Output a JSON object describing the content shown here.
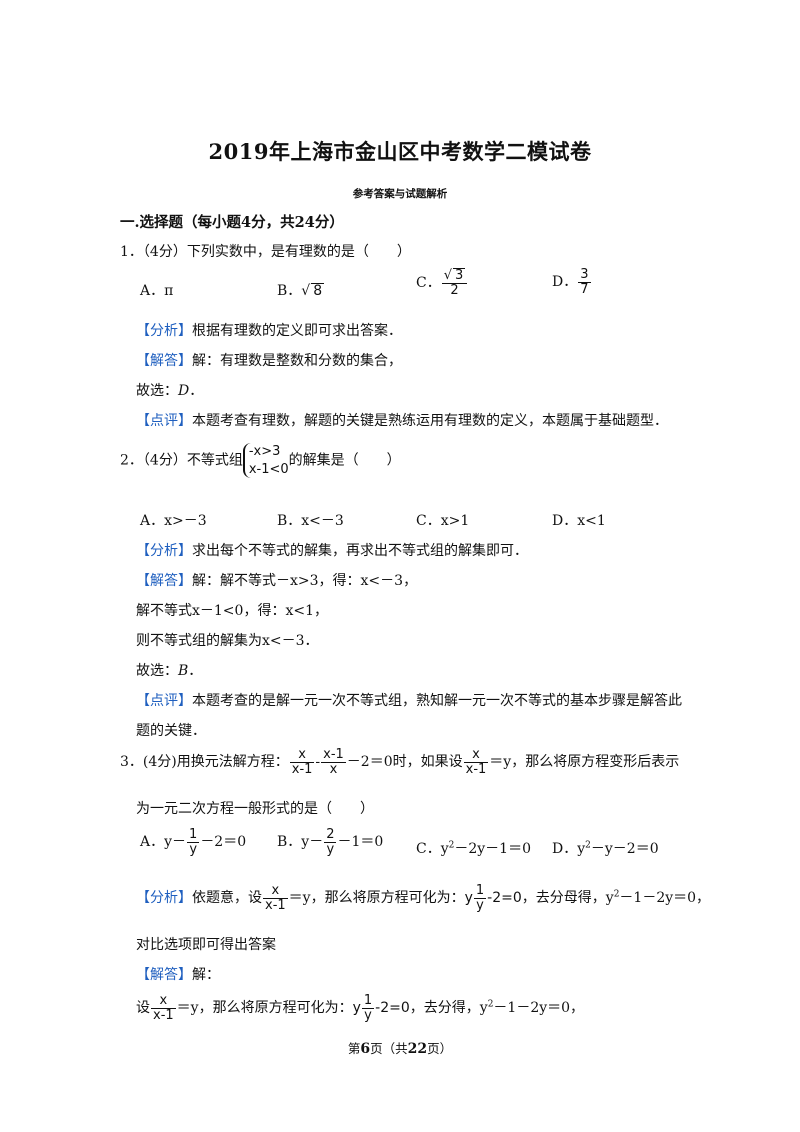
{
  "title": "2019年上海市金山区中考数学二模试卷",
  "subtitle": "参考答案与试题解析",
  "section": "一.选择题（每小题4分，共24分）",
  "tags": {
    "analysis": "【分析】",
    "answer": "【解答】",
    "comment": "【点评】"
  },
  "q1": {
    "stem": "1．（4分）下列实数中，是有理数的是（　　）",
    "opt_a_label": "A．",
    "opt_a_val": "π",
    "opt_b_label": "B．",
    "opt_b_rad": "8",
    "opt_c_label": "C．",
    "opt_c_num": "3",
    "opt_c_den": "2",
    "opt_d_label": "D．",
    "opt_d_num": "3",
    "opt_d_den": "7",
    "analysis": "根据有理数的定义即可求出答案．",
    "answer": "解：有理数是整数和分数的集合，",
    "choose_prefix": "故选：",
    "choose": "D",
    "choose_suffix": "．",
    "comment": "本题考查有理数，解题的关键是熟练运用有理数的定义，本题属于基础题型．"
  },
  "q2": {
    "stem_pre": "2．（4分）不等式组",
    "sys_1": "-x>3",
    "sys_2": "x-1<0",
    "stem_post": "的解集是（　　）",
    "opt_a": "A．x>－3",
    "opt_b": "B．x<－3",
    "opt_c": "C．x>1",
    "opt_d": "D．x<1",
    "analysis": "求出每个不等式的解集，再求出不等式组的解集即可．",
    "answer": "解：解不等式－x>3，得：x<－3，",
    "line2": "解不等式x－1<0，得：x<1，",
    "line3": "则不等式组的解集为x<－3．",
    "choose_prefix": "故选：",
    "choose": "B",
    "choose_suffix": "．",
    "comment_1": "本题考查的是解一元一次不等式组，熟知解一元一次不等式的基本步骤是解答此",
    "comment_2": "题的关键．"
  },
  "q3": {
    "stem_pre": "3．(4分)用换元法解方程：",
    "f1_num": "x",
    "f1_den": "x-1",
    "minus": "-",
    "f2_num": "x-1",
    "f2_den": "x",
    "stem_mid": "－2＝0时，如果设",
    "f3_num": "x",
    "f3_den": "x-1",
    "stem_post": "＝y，那么将原方程变形后表示",
    "stem_line2": "为一元二次方程一般形式的是（　　）",
    "opt_a_pre": "A．y－",
    "opt_a_num": "1",
    "opt_a_den": "y",
    "opt_a_post": "－2＝0",
    "opt_b_pre": "B．y－",
    "opt_b_num": "2",
    "opt_b_den": "y",
    "opt_b_post": "－1＝0",
    "opt_c_pre": "C．y",
    "opt_c_post": "－2y－1＝0",
    "opt_d_pre": "D．y",
    "opt_d_post": "－y－2＝0",
    "sup2": "2",
    "analysis_pre": "依题意，设",
    "analysis_mid": "＝y，那么将原方程可化为：",
    "eq_y": "y",
    "eq_post": "-2=0",
    "analysis_post": "，去分母得，y",
    "analysis_tail": "－1－2y＝0，",
    "analysis_line2": "对比选项即可得出答案",
    "answer": "解：",
    "final_pre": "设",
    "final_mid": "＝y，那么将原方程可化为：",
    "final_post": "，去分得，y",
    "final_tail": "－1－2y＝0，"
  },
  "footer": {
    "pre": "第",
    "page": "6",
    "mid": "页（共",
    "total": "22",
    "post": "页）"
  }
}
